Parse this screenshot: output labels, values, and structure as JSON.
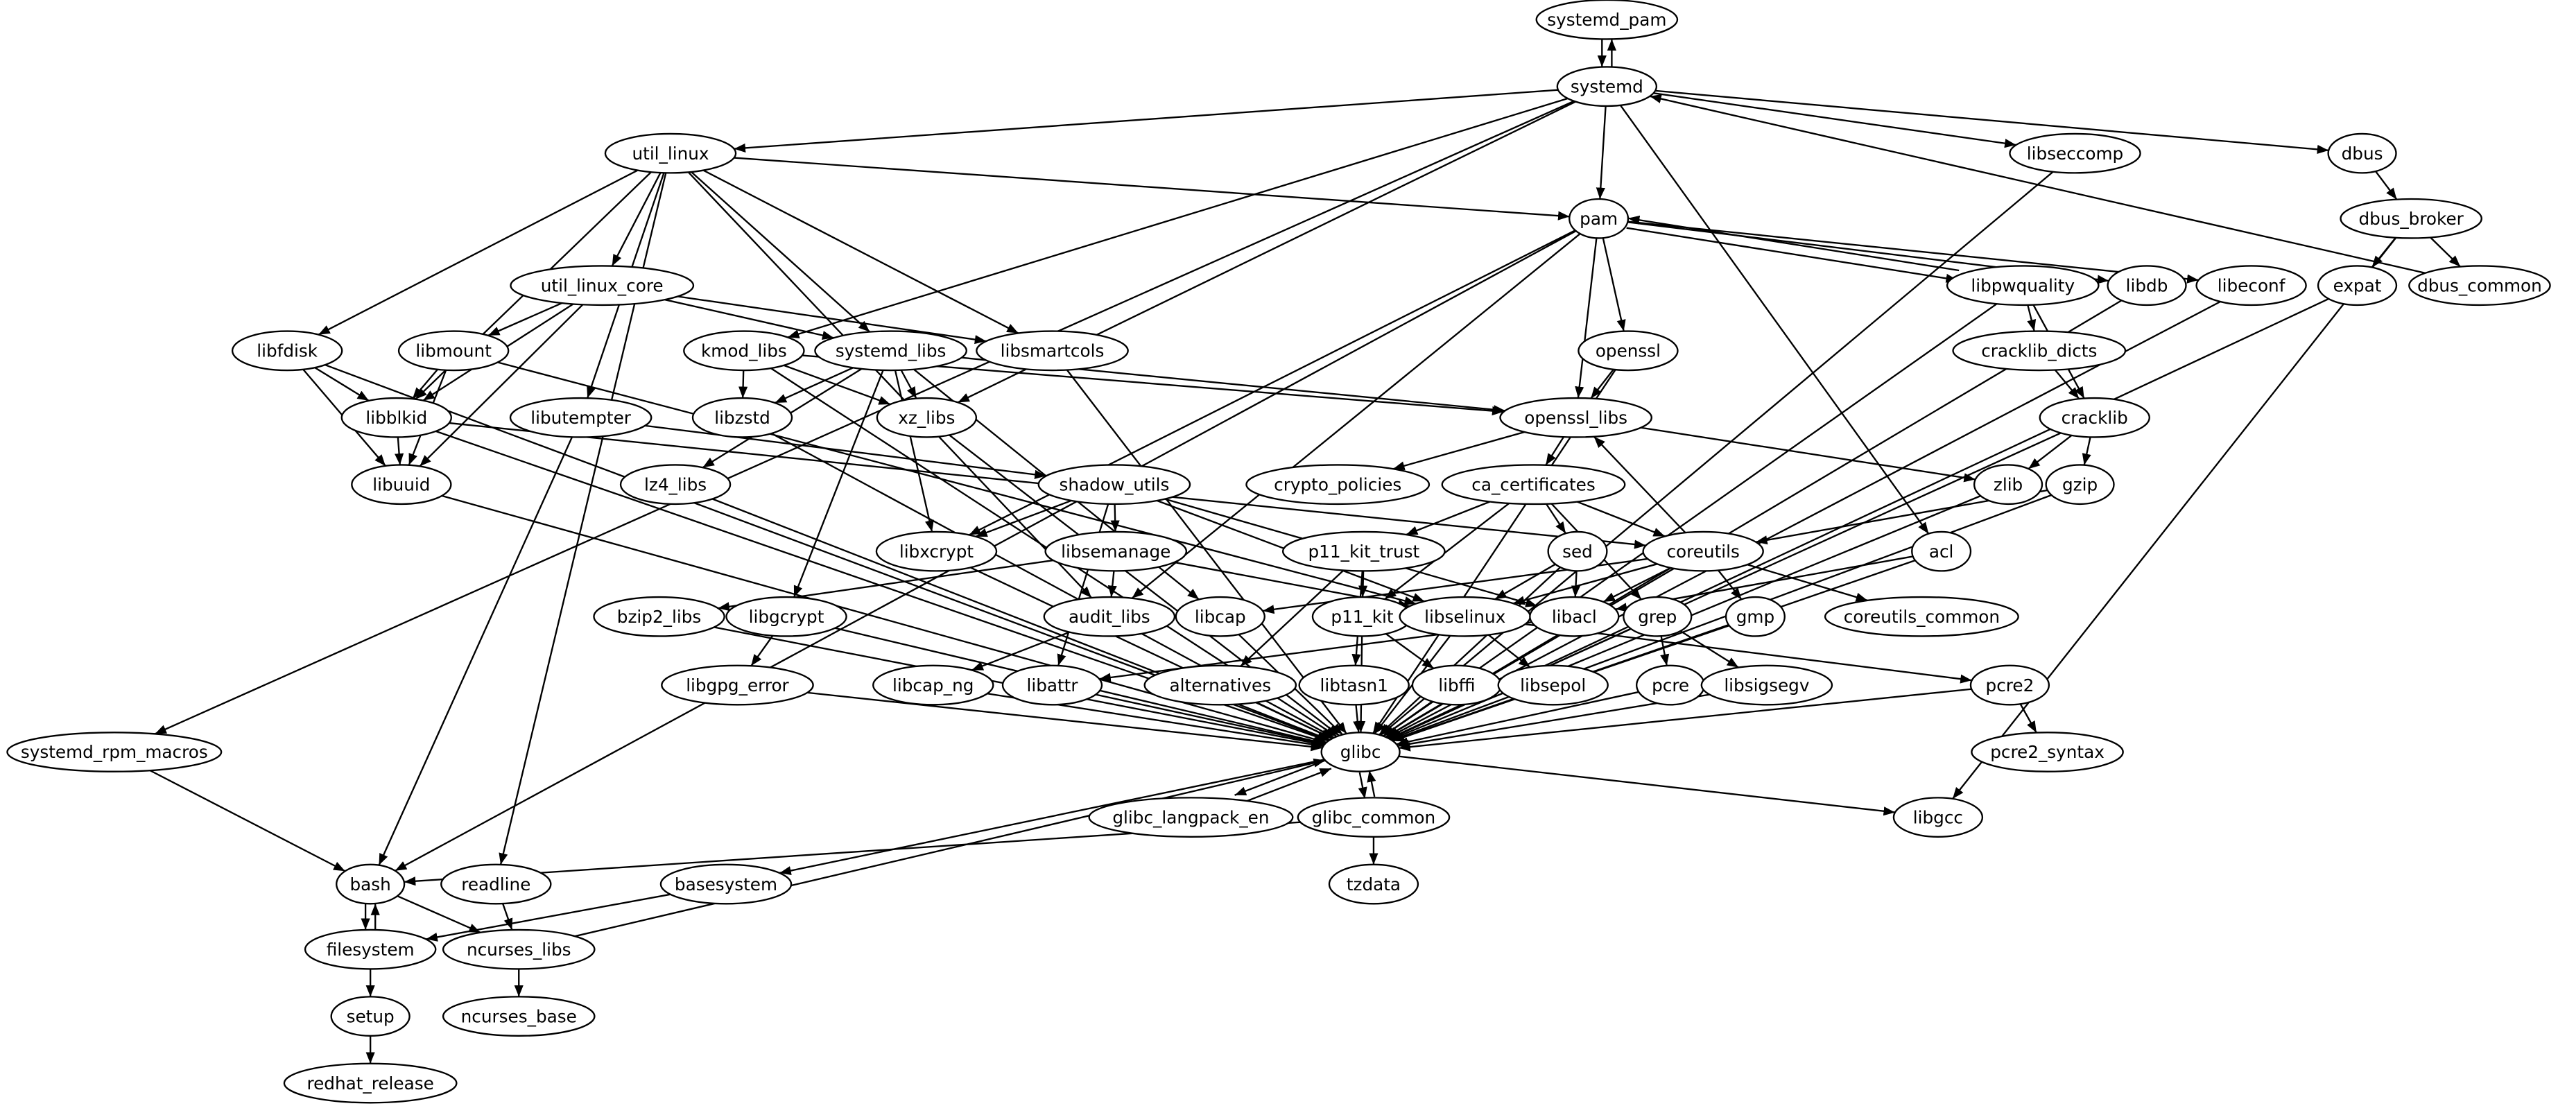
{
  "graph": {
    "nodes": [
      "systemd_pam",
      "systemd",
      "util_linux",
      "pam",
      "libseccomp",
      "dbus",
      "dbus_broker",
      "expat",
      "dbus_common",
      "util_linux_core",
      "libfdisk",
      "libmount",
      "kmod_libs",
      "systemd_libs",
      "libsmartcols",
      "libdb",
      "libeconf",
      "libpwquality",
      "cracklib_dicts",
      "openssl",
      "openssl_libs",
      "cracklib",
      "libblkid",
      "libzstd",
      "xz_libs",
      "libutempter",
      "lz4_libs",
      "libuuid",
      "shadow_utils",
      "crypto_policies",
      "ca_certificates",
      "zlib",
      "gzip",
      "libxcrypt",
      "libsemanage",
      "p11_kit_trust",
      "sed",
      "coreutils",
      "acl",
      "bzip2_libs",
      "libgcrypt",
      "audit_libs",
      "libcap",
      "p11_kit",
      "libselinux",
      "libacl",
      "grep",
      "gmp",
      "coreutils_common",
      "libgpg_error",
      "libcap_ng",
      "libattr",
      "alternatives",
      "libtasn1",
      "libffi",
      "libsepol",
      "pcre",
      "libsigsegv",
      "pcre2",
      "glibc",
      "pcre2_syntax",
      "systemd_rpm_macros",
      "glibc_langpack_en",
      "glibc_common",
      "libgcc",
      "bash",
      "readline",
      "basesystem",
      "tzdata",
      "filesystem",
      "ncurses_libs",
      "setup",
      "ncurses_base",
      "redhat_release"
    ],
    "edges": [
      [
        "systemd_pam",
        "systemd"
      ],
      [
        "systemd",
        "systemd_pam"
      ],
      [
        "systemd",
        "util_linux"
      ],
      [
        "systemd",
        "pam"
      ],
      [
        "systemd",
        "libseccomp"
      ],
      [
        "systemd",
        "dbus"
      ],
      [
        "systemd",
        "systemd_rpm_macros"
      ],
      [
        "systemd",
        "kmod_libs"
      ],
      [
        "systemd",
        "xz_libs"
      ],
      [
        "systemd",
        "acl"
      ],
      [
        "dbus_common",
        "systemd"
      ],
      [
        "util_linux",
        "pam"
      ],
      [
        "util_linux",
        "util_linux_core"
      ],
      [
        "util_linux",
        "libfdisk"
      ],
      [
        "util_linux",
        "libblkid"
      ],
      [
        "util_linux",
        "libutempter"
      ],
      [
        "util_linux",
        "systemd_libs"
      ],
      [
        "util_linux",
        "libsmartcols"
      ],
      [
        "util_linux",
        "readline"
      ],
      [
        "util_linux",
        "audit_libs"
      ],
      [
        "pam",
        "libpwquality"
      ],
      [
        "libpwquality",
        "pam"
      ],
      [
        "pam",
        "libdb"
      ],
      [
        "pam",
        "libeconf"
      ],
      [
        "pam",
        "openssl"
      ],
      [
        "pam",
        "openssl_libs"
      ],
      [
        "pam",
        "libxcrypt"
      ],
      [
        "pam",
        "audit_libs"
      ],
      [
        "pam",
        "bash"
      ],
      [
        "libpwquality",
        "cracklib_dicts"
      ],
      [
        "libpwquality",
        "cracklib"
      ],
      [
        "libpwquality",
        "glibc"
      ],
      [
        "cracklib_dicts",
        "cracklib"
      ],
      [
        "cracklib",
        "zlib"
      ],
      [
        "cracklib",
        "gzip"
      ],
      [
        "cracklib",
        "glibc"
      ],
      [
        "gzip",
        "coreutils"
      ],
      [
        "gzip",
        "glibc"
      ],
      [
        "dbus",
        "dbus_broker"
      ],
      [
        "dbus_broker",
        "expat"
      ],
      [
        "dbus_broker",
        "dbus_common"
      ],
      [
        "dbus_broker",
        "libgcc"
      ],
      [
        "expat",
        "glibc"
      ],
      [
        "libdb",
        "glibc"
      ],
      [
        "libeconf",
        "glibc"
      ],
      [
        "libseccomp",
        "glibc"
      ],
      [
        "util_linux_core",
        "libmount"
      ],
      [
        "util_linux_core",
        "libblkid"
      ],
      [
        "util_linux_core",
        "libuuid"
      ],
      [
        "util_linux_core",
        "systemd_libs"
      ],
      [
        "util_linux_core",
        "libsmartcols"
      ],
      [
        "libfdisk",
        "libblkid"
      ],
      [
        "libfdisk",
        "libuuid"
      ],
      [
        "libfdisk",
        "glibc"
      ],
      [
        "libmount",
        "libblkid"
      ],
      [
        "libmount",
        "libuuid"
      ],
      [
        "libmount",
        "libselinux"
      ],
      [
        "libblkid",
        "libuuid"
      ],
      [
        "libblkid",
        "glibc"
      ],
      [
        "libblkid",
        "coreutils"
      ],
      [
        "kmod_libs",
        "libzstd"
      ],
      [
        "kmod_libs",
        "xz_libs"
      ],
      [
        "kmod_libs",
        "openssl_libs"
      ],
      [
        "kmod_libs",
        "glibc"
      ],
      [
        "systemd_libs",
        "libzstd"
      ],
      [
        "systemd_libs",
        "xz_libs"
      ],
      [
        "systemd_libs",
        "lz4_libs"
      ],
      [
        "systemd_libs",
        "libgcrypt"
      ],
      [
        "systemd_libs",
        "libxcrypt"
      ],
      [
        "systemd_libs",
        "libcap"
      ],
      [
        "systemd_libs",
        "openssl_libs"
      ],
      [
        "openssl",
        "openssl_libs"
      ],
      [
        "openssl",
        "glibc"
      ],
      [
        "openssl_libs",
        "crypto_policies"
      ],
      [
        "openssl_libs",
        "ca_certificates"
      ],
      [
        "openssl_libs",
        "zlib"
      ],
      [
        "ca_certificates",
        "p11_kit_trust"
      ],
      [
        "ca_certificates",
        "p11_kit"
      ],
      [
        "ca_certificates",
        "sed"
      ],
      [
        "ca_certificates",
        "grep"
      ],
      [
        "ca_certificates",
        "coreutils"
      ],
      [
        "coreutils",
        "openssl_libs"
      ],
      [
        "coreutils",
        "libacl"
      ],
      [
        "coreutils",
        "libselinux"
      ],
      [
        "coreutils",
        "libcap"
      ],
      [
        "coreutils",
        "gmp"
      ],
      [
        "coreutils",
        "coreutils_common"
      ],
      [
        "coreutils",
        "glibc"
      ],
      [
        "sed",
        "libselinux"
      ],
      [
        "sed",
        "libacl"
      ],
      [
        "sed",
        "glibc"
      ],
      [
        "libutempter",
        "shadow_utils"
      ],
      [
        "libutempter",
        "bash"
      ],
      [
        "shadow_utils",
        "libxcrypt"
      ],
      [
        "shadow_utils",
        "libsemanage"
      ],
      [
        "shadow_utils",
        "libattr"
      ],
      [
        "shadow_utils",
        "libacl"
      ],
      [
        "shadow_utils",
        "libselinux"
      ],
      [
        "libsemanage",
        "audit_libs"
      ],
      [
        "libsemanage",
        "bzip2_libs"
      ],
      [
        "libsemanage",
        "libselinux"
      ],
      [
        "p11_kit_trust",
        "p11_kit"
      ],
      [
        "p11_kit_trust",
        "libtasn1"
      ],
      [
        "p11_kit_trust",
        "alternatives"
      ],
      [
        "p11_kit",
        "libffi"
      ],
      [
        "p11_kit",
        "glibc"
      ],
      [
        "libselinux",
        "libsepol"
      ],
      [
        "libselinux",
        "pcre2"
      ],
      [
        "libselinux",
        "glibc"
      ],
      [
        "grep",
        "pcre"
      ],
      [
        "grep",
        "libsigsegv"
      ],
      [
        "grep",
        "glibc"
      ],
      [
        "acl",
        "libacl"
      ],
      [
        "acl",
        "glibc"
      ],
      [
        "libacl",
        "libattr"
      ],
      [
        "audit_libs",
        "libcap_ng"
      ],
      [
        "libgcrypt",
        "libgpg_error"
      ],
      [
        "pcre2",
        "pcre2_syntax"
      ],
      [
        "libuuid",
        "glibc"
      ],
      [
        "lz4_libs",
        "glibc"
      ],
      [
        "libzstd",
        "glibc"
      ],
      [
        "xz_libs",
        "glibc"
      ],
      [
        "libsmartcols",
        "glibc"
      ],
      [
        "libxcrypt",
        "glibc"
      ],
      [
        "bzip2_libs",
        "glibc"
      ],
      [
        "libgcrypt",
        "glibc"
      ],
      [
        "libgpg_error",
        "glibc"
      ],
      [
        "libcap_ng",
        "glibc"
      ],
      [
        "libattr",
        "glibc"
      ],
      [
        "alternatives",
        "glibc"
      ],
      [
        "libtasn1",
        "glibc"
      ],
      [
        "libffi",
        "glibc"
      ],
      [
        "libsepol",
        "glibc"
      ],
      [
        "pcre",
        "glibc"
      ],
      [
        "libsigsegv",
        "glibc"
      ],
      [
        "gmp",
        "glibc"
      ],
      [
        "pcre2",
        "glibc"
      ],
      [
        "zlib",
        "glibc"
      ],
      [
        "libcap",
        "glibc"
      ],
      [
        "glibc",
        "glibc_langpack_en"
      ],
      [
        "glibc",
        "glibc_common"
      ],
      [
        "glibc",
        "basesystem"
      ],
      [
        "glibc",
        "libgcc"
      ],
      [
        "glibc_langpack_en",
        "glibc"
      ],
      [
        "glibc_common",
        "glibc"
      ],
      [
        "glibc_common",
        "tzdata"
      ],
      [
        "glibc_common",
        "bash"
      ],
      [
        "ncurses_libs",
        "glibc"
      ],
      [
        "ncurses_libs",
        "ncurses_base"
      ],
      [
        "bash",
        "filesystem"
      ],
      [
        "bash",
        "ncurses_libs"
      ],
      [
        "filesystem",
        "bash"
      ],
      [
        "filesystem",
        "setup"
      ],
      [
        "setup",
        "redhat_release"
      ],
      [
        "readline",
        "ncurses_libs"
      ],
      [
        "basesystem",
        "filesystem"
      ],
      [
        "systemd_rpm_macros",
        "bash"
      ]
    ]
  }
}
